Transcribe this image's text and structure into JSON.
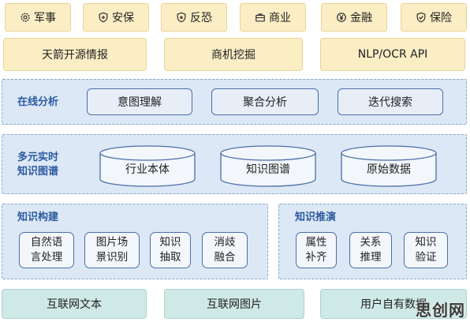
{
  "domains": [
    {
      "label": "军事",
      "icon": "gear-icon"
    },
    {
      "label": "安保",
      "icon": "shield-plus-icon"
    },
    {
      "label": "反恐",
      "icon": "star-shield-icon"
    },
    {
      "label": "商业",
      "icon": "briefcase-icon"
    },
    {
      "label": "金融",
      "icon": "yen-coin-icon"
    },
    {
      "label": "保险",
      "icon": "shield-check-icon"
    }
  ],
  "sources": [
    "天箭开源情报",
    "商机挖掘",
    "NLP/OCR API"
  ],
  "online_analysis": {
    "title": "在线分析",
    "items": [
      "意图理解",
      "聚合分析",
      "迭代搜索"
    ]
  },
  "knowledge_graph": {
    "title_line1": "多元实时",
    "title_line2": "知识图谱",
    "stores": [
      "行业本体",
      "知识图谱",
      "原始数据"
    ]
  },
  "knowledge_build": {
    "title": "知识构建",
    "items": [
      "自然语\n言处理",
      "图片场\n景识别",
      "知识\n抽取",
      "消歧\n融合"
    ]
  },
  "knowledge_reasoning": {
    "title": "知识推演",
    "items": [
      "属性\n补齐",
      "关系\n推理",
      "知识\n验证"
    ]
  },
  "inputs": [
    "互联网文本",
    "互联网图片",
    "用户自有数据"
  ],
  "watermark": "思创网"
}
